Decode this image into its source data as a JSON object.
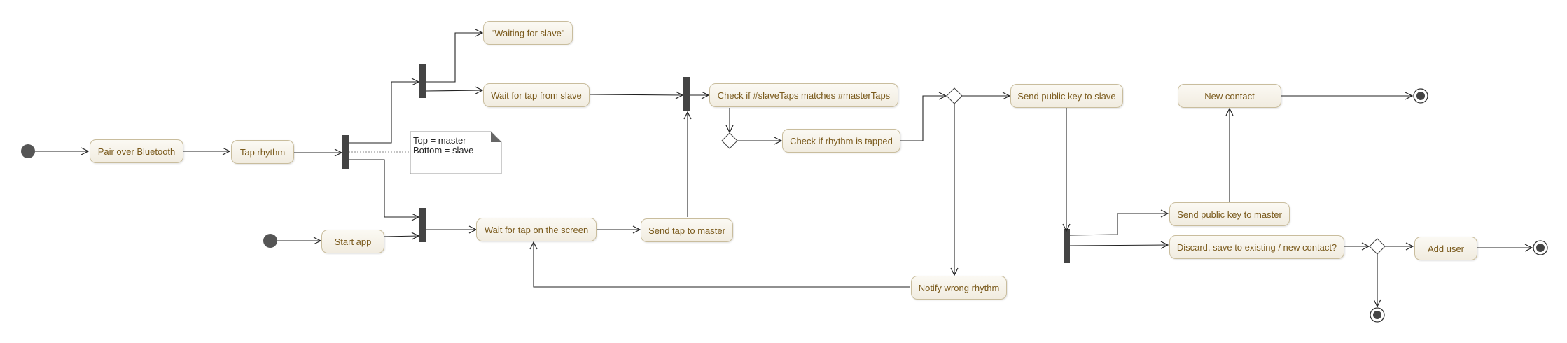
{
  "diagram": {
    "actions": {
      "pair": "Pair over Bluetooth",
      "tap_rhythm": "Tap rhythm",
      "waiting_slave": "\"Waiting for slave\"",
      "wait_tap_slave": "Wait for tap from slave",
      "start_app": "Start app",
      "wait_tap_screen": "Wait for tap on the screen",
      "send_tap_master": "Send tap to master",
      "check_taps": "Check if #slaveTaps matches #masterTaps",
      "check_rhythm": "Check if rhythm is tapped",
      "send_key_slave": "Send public key to slave",
      "notify_wrong": "Notify wrong rhythm",
      "new_contact": "New contact",
      "send_key_master": "Send public key to master",
      "discard_save": "Discard, save to existing / new contact?",
      "add_user": "Add user"
    },
    "note": {
      "line1": "Top = master",
      "line2": "Bottom = slave"
    },
    "colors": {
      "action_border": "#c9bd9d",
      "action_fill": "#f5f1e7",
      "action_text": "#7a5a1c",
      "bar": "#444444",
      "edge": "#222222"
    }
  }
}
